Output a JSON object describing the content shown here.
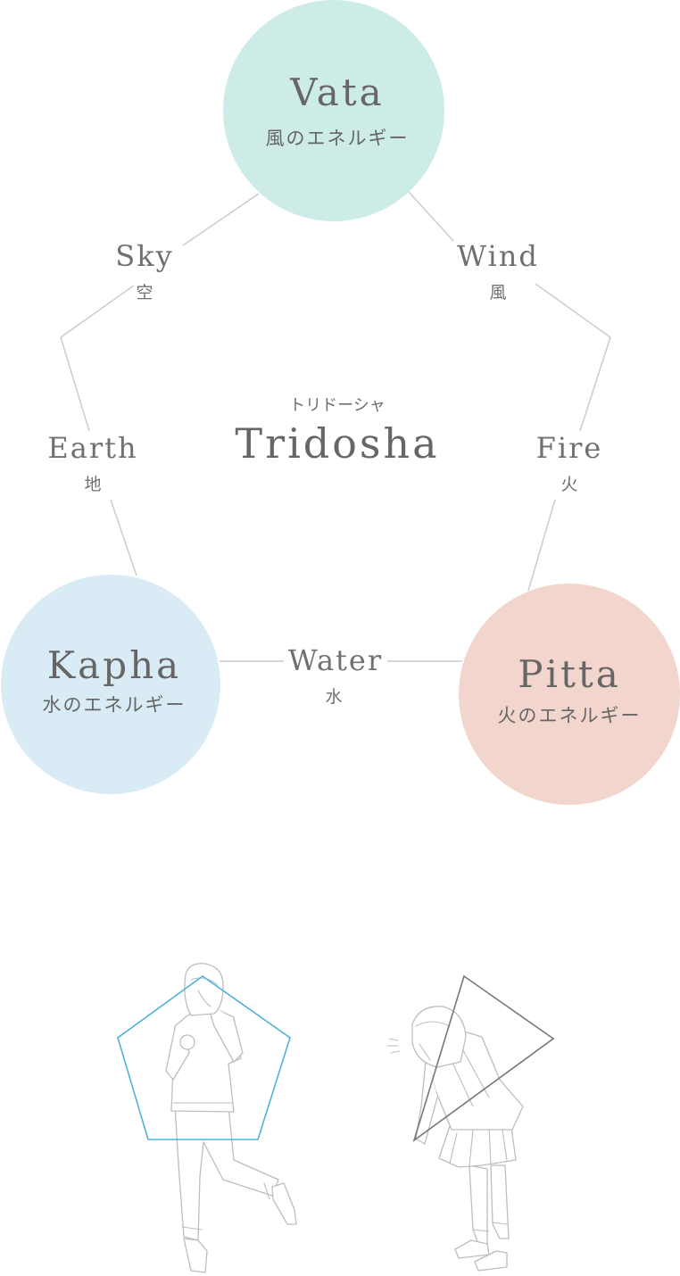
{
  "center": {
    "reading": "トリドーシャ",
    "title": "Tridosha"
  },
  "doshas": {
    "vata": {
      "name": "Vata",
      "subtitle": "風のエネルギー",
      "color": "#cdebe7"
    },
    "kapha": {
      "name": "Kapha",
      "subtitle": "水のエネルギー",
      "color": "#d9ecf6"
    },
    "pitta": {
      "name": "Pitta",
      "subtitle": "火のエネルギー",
      "color": "#f2d6ce"
    }
  },
  "elements": {
    "sky": {
      "en": "Sky",
      "jp": "空"
    },
    "wind": {
      "en": "Wind",
      "jp": "風"
    },
    "earth": {
      "en": "Earth",
      "jp": "地"
    },
    "fire": {
      "en": "Fire",
      "jp": "火"
    },
    "water": {
      "en": "Water",
      "jp": "水"
    }
  },
  "illustrations": {
    "pentagon_color": "#4fb3d9",
    "triangle_color": "#777777"
  }
}
